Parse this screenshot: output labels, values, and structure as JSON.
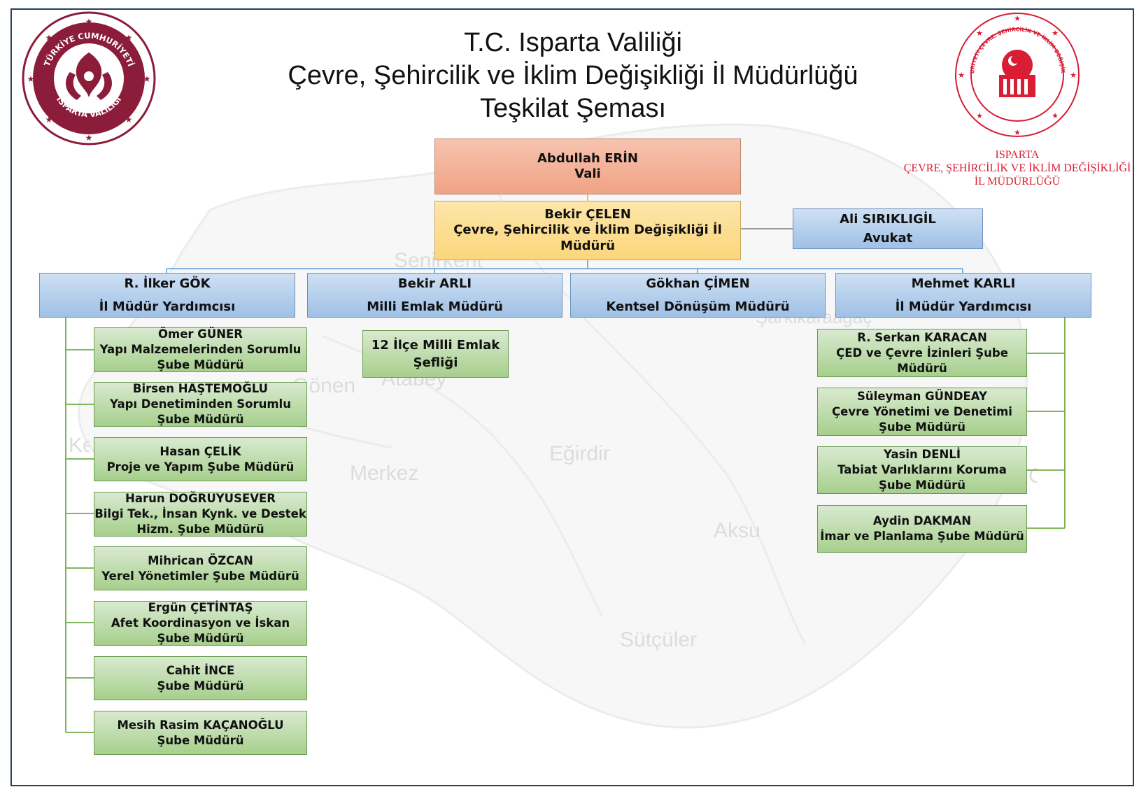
{
  "title": {
    "line1": "T.C. Isparta Valiliği",
    "line2": "Çevre, Şehircilik ve İklim Değişikliği İl Müdürlüğü",
    "line3": "Teşkilat Şeması"
  },
  "logos": {
    "left": {
      "ring_text_top": "TÜRKİYE CUMHURİYETİ",
      "ring_text_bottom": "ISPARTA VALİLİĞİ",
      "color": "#8b1c3a"
    },
    "right": {
      "ring_text": "TÜRKİYE CUMHURİYETİ ÇEVRE, ŞEHİRCİLİK VE İKLİM DEĞİŞİKLİĞİ BAKANLIĞI",
      "line1": "ISPARTA",
      "line2": "ÇEVRE, ŞEHİRCİLİK VE İKLİM DEĞİŞİKLİĞİ",
      "line3": "İL MÜDÜRLÜĞÜ",
      "color": "#d81d34"
    }
  },
  "map_labels": [
    "Senirkent",
    "Atabey",
    "Gönen",
    "Keçiborlu",
    "Merkez",
    "Eğirdir",
    "Aksu",
    "Sütçüler",
    "Şarkikaraağaç",
    "Gelendost"
  ],
  "vali": {
    "name": "Abdullah ERİN",
    "role": "Vali"
  },
  "il_muduru": {
    "name": "Bekir ÇELEN",
    "role": "Çevre, Şehircilik ve İklim Değişikliği İl Müdürü"
  },
  "avukat": {
    "name": "Ali SIRIKLIGİL",
    "role": "Avukat"
  },
  "level2": [
    {
      "name": "R. İlker GÖK",
      "role": "İl Müdür Yardımcısı"
    },
    {
      "name": "Bekir ARLI",
      "role": "Milli Emlak Müdürü"
    },
    {
      "name": "Gökhan ÇİMEN",
      "role": "Kentsel Dönüşüm Müdürü"
    },
    {
      "name": "Mehmet KARLI",
      "role": "İl Müdür Yardımcısı"
    }
  ],
  "left_units": [
    {
      "name": "Ömer GÜNER",
      "lines": [
        "Yapı Malzemelerinden Sorumlu",
        "Şube Müdürü"
      ]
    },
    {
      "name": "Birsen HAŞTEMOĞLU",
      "lines": [
        "Yapı Denetiminden Sorumlu",
        "Şube Müdürü"
      ]
    },
    {
      "name": "Hasan ÇELİK",
      "lines": [
        "Proje ve Yapım Şube Müdürü"
      ]
    },
    {
      "name": "Harun DOĞRUYUSEVER",
      "lines": [
        "Bilgi Tek., İnsan Kynk. ve Destek",
        "Hizm. Şube Müdürü"
      ]
    },
    {
      "name": "Mihrican ÖZCAN",
      "lines": [
        "Yerel Yönetimler Şube Müdürü"
      ]
    },
    {
      "name": "Ergün ÇETİNTAŞ",
      "lines": [
        "Afet Koordinasyon ve İskan",
        "Şube Müdürü"
      ]
    },
    {
      "name": "Cahit İNCE",
      "lines": [
        "Şube Müdürü"
      ]
    },
    {
      "name": "Mesih Rasim KAÇANOĞLU",
      "lines": [
        "Şube Müdürü"
      ]
    }
  ],
  "emlak_unit": {
    "lines": [
      "12 İlçe Milli Emlak",
      "Şefliği"
    ]
  },
  "right_units": [
    {
      "name": "R. Serkan KARACAN",
      "lines": [
        "ÇED ve Çevre İzinleri Şube Müdürü"
      ]
    },
    {
      "name": "Süleyman GÜNDEAY",
      "lines": [
        "Çevre Yönetimi ve Denetimi",
        "Şube Müdürü"
      ]
    },
    {
      "name": "Yasin DENLİ",
      "lines": [
        "Tabiat Varlıklarını Koruma",
        "Şube Müdürü"
      ]
    },
    {
      "name": "Aydin DAKMAN",
      "lines": [
        "İmar ve Planlama Şube Müdürü"
      ]
    }
  ],
  "colors": {
    "unit_green": "#a9d18e",
    "deputy_blue": "#9dc3e6",
    "vali_salmon": "#f4b183",
    "director_yellow": "#ffd966",
    "connector_green": "#70ad47",
    "connector_blue": "#5b9bd5"
  }
}
